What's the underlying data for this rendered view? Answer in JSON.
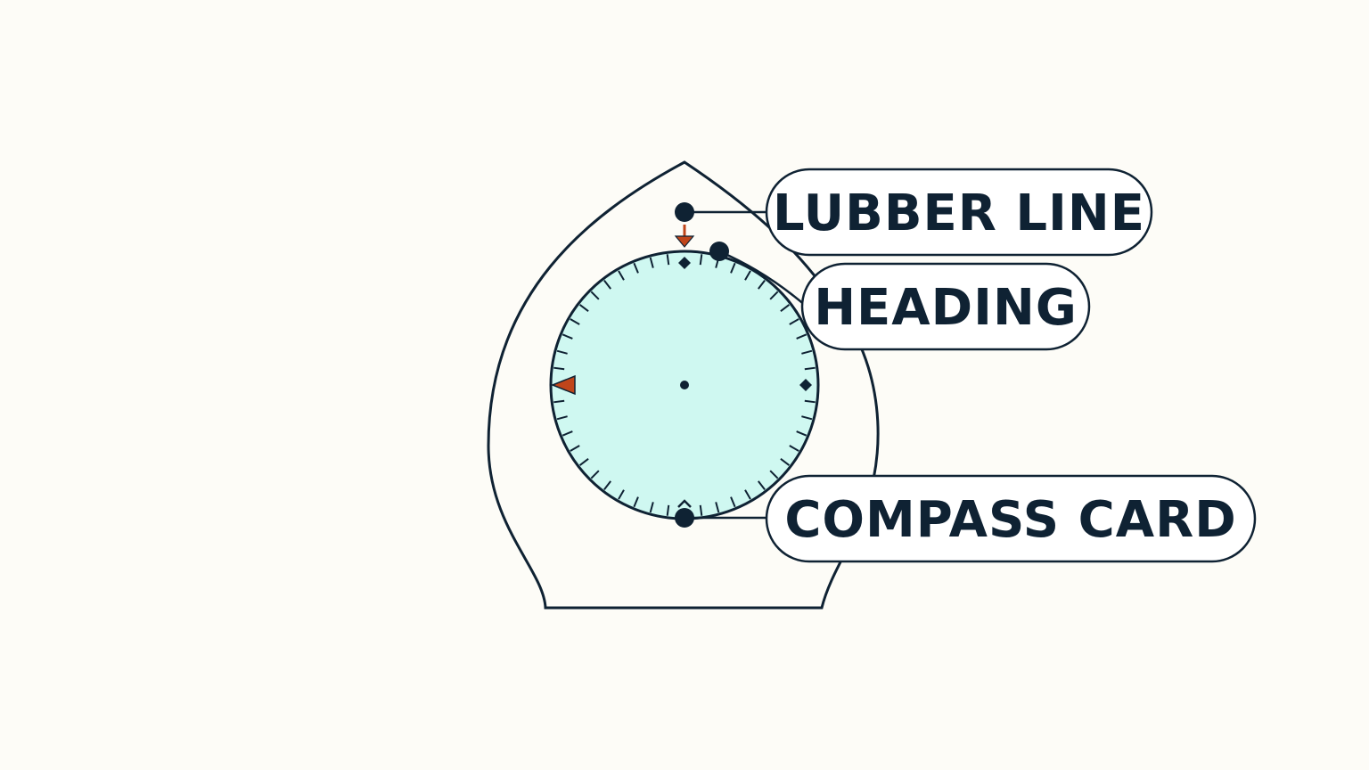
{
  "diagram": {
    "labels": {
      "lubber_line": "LUBBER LINE",
      "heading": "HEADING",
      "compass_card": "COMPASS CARD"
    },
    "colors": {
      "background": "#fdfcf7",
      "ink": "#0f2233",
      "card_fill": "#cff8f1",
      "pointer": "#c0451a",
      "label_fill": "#ffffff"
    },
    "compass_card": {
      "tick_count": 48,
      "cardinal_marks": [
        "north-diamond",
        "east-diamond",
        "south-caret"
      ],
      "pointer": "west-triangle"
    },
    "icons": {
      "lubber_marker": "arrow-down-icon",
      "west_pointer": "triangle-left-icon"
    }
  }
}
